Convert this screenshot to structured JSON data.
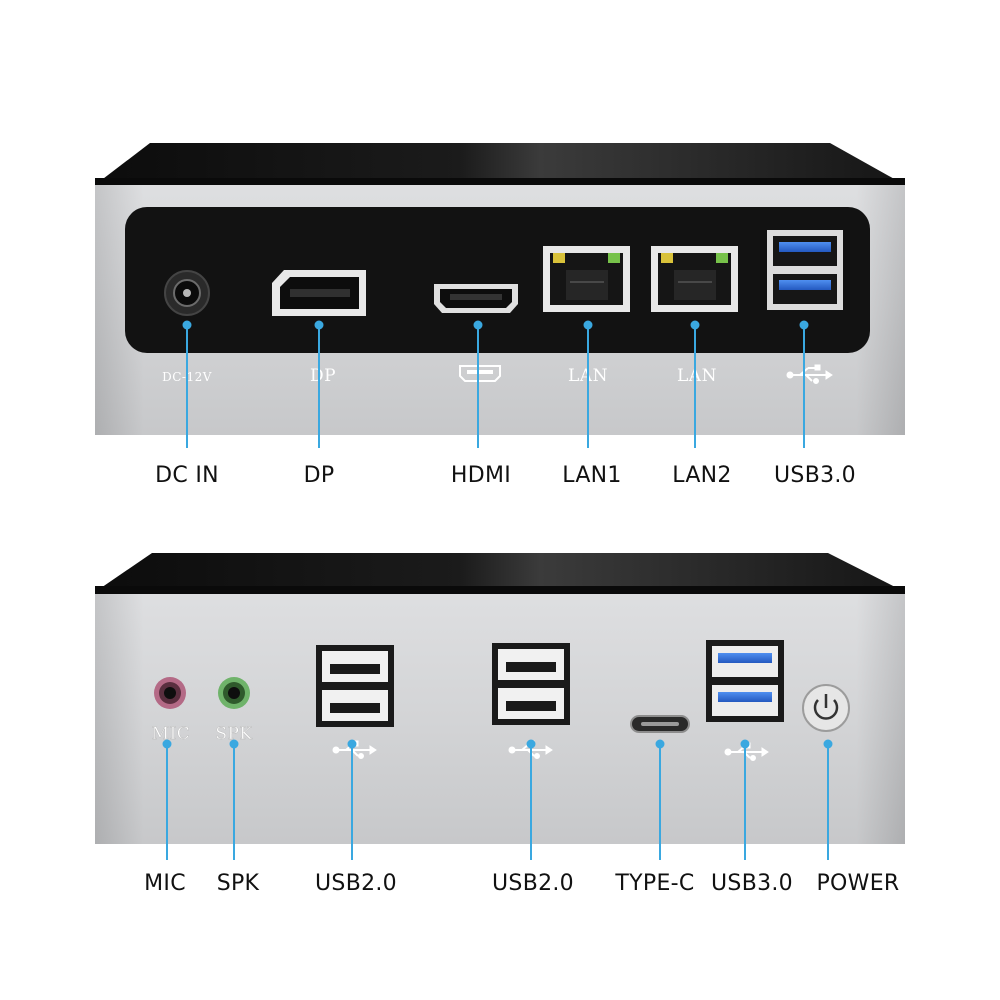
{
  "top_unit": {
    "printed_labels": {
      "dc": "DC-12V",
      "dp": "DP",
      "lan1": "LAN",
      "lan2": "LAN"
    },
    "callouts": [
      "DC IN",
      "DP",
      "HDMI",
      "LAN1",
      "LAN2",
      "USB3.0"
    ],
    "colors": {
      "shell": "#c9cacc",
      "panel": "#131313",
      "usb3": "#2f6fd6"
    }
  },
  "bottom_unit": {
    "printed_labels": {
      "mic": "MIC",
      "spk": "SPK"
    },
    "callouts": [
      "MIC",
      "SPK",
      "USB2.0",
      "USB2.0",
      "TYPE-C",
      "USB3.0",
      "POWER"
    ],
    "colors": {
      "shell": "#cdced0",
      "mic_ring": "#b46a86",
      "spk_ring": "#6fb36a"
    }
  },
  "callout_line_color": "#3aa8e0",
  "icons": [
    "dc-jack-icon",
    "displayport-icon",
    "hdmi-icon",
    "ethernet-port-icon",
    "usb3-port-icon",
    "usb-symbol-icon",
    "audio-jack-icon",
    "usb2-port-icon",
    "usb-c-port-icon",
    "power-icon"
  ]
}
